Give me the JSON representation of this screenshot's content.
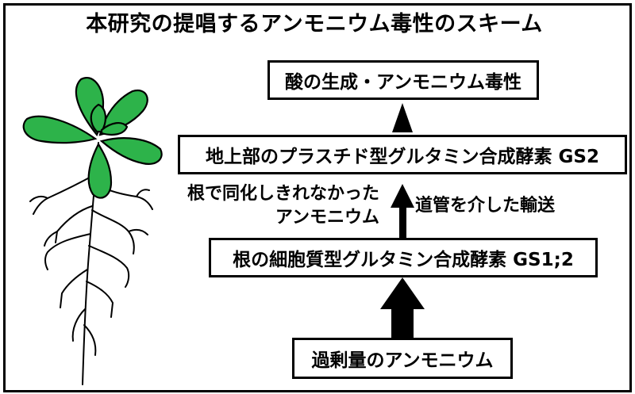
{
  "title": "本研究の提唱するアンモニウム毒性のスキーム",
  "boxes": {
    "top": "酸の生成・アンモニウム毒性",
    "gs2": "地上部のプラスチド型グルタミン合成酵素 GS2",
    "gs12": "根の細胞質型グルタミン合成酵素 GS1;2",
    "bottom": "過剰量のアンモニウム"
  },
  "labels": {
    "unassimilated_line1": "根で同化しきれなかった",
    "unassimilated_line2": "アンモニウム",
    "transport": "道管を介した輸送"
  },
  "colors": {
    "leaf": "#2db34a",
    "stroke": "#000000"
  }
}
